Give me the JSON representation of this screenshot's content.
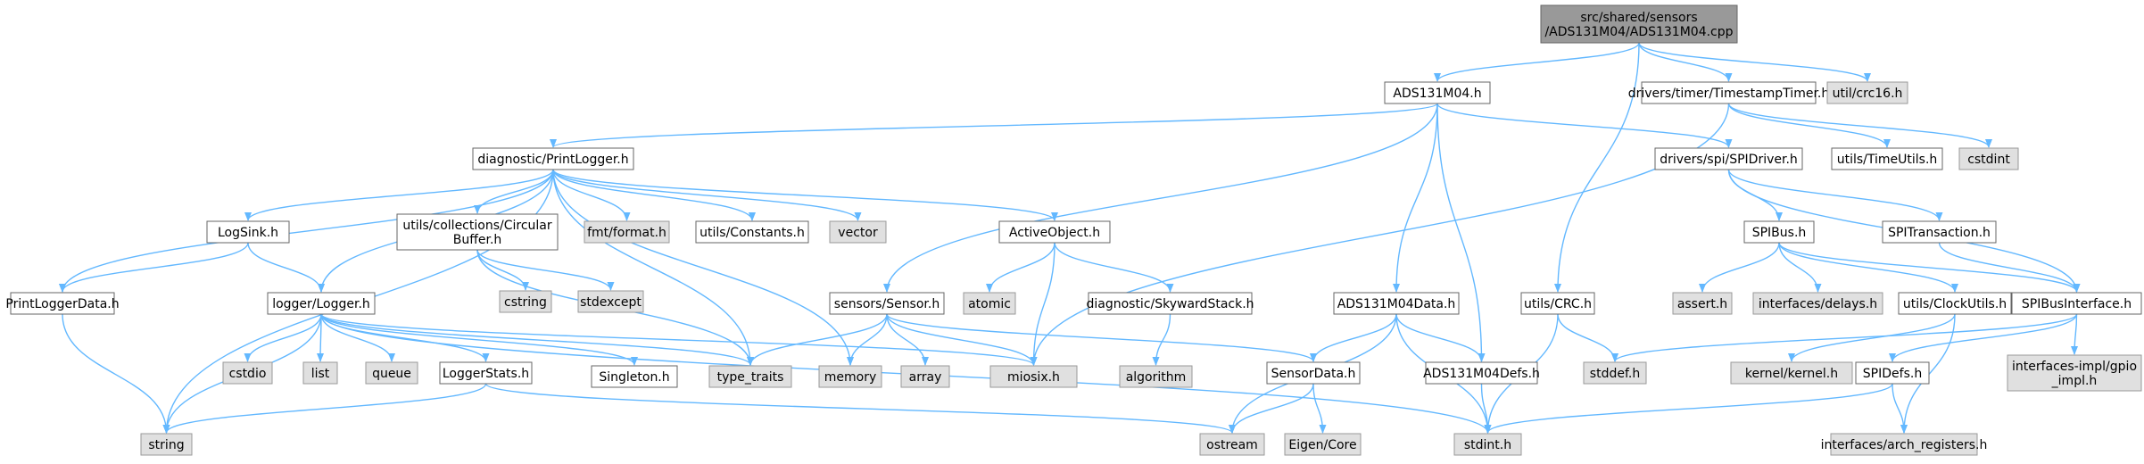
{
  "colors": {
    "root_fill": "#999999",
    "root_stroke": "#666666",
    "file_fill": "#ffffff",
    "file_stroke": "#666666",
    "system_fill": "#e0e0e0",
    "system_stroke": "#999999",
    "edge": "#63b8ff"
  },
  "nodes": [
    {
      "id": "root",
      "kind": "root",
      "lines": [
        "src/shared/sensors",
        "/ADS131M04/ADS131M04.cpp"
      ]
    },
    {
      "id": "ads131m04_h",
      "kind": "file",
      "lines": [
        "ADS131M04.h"
      ]
    },
    {
      "id": "timestamptimer_h",
      "kind": "file",
      "lines": [
        "drivers/timer/TimestampTimer.h"
      ]
    },
    {
      "id": "crc16_h",
      "kind": "system",
      "lines": [
        "util/crc16.h"
      ]
    },
    {
      "id": "printlogger_h",
      "kind": "file",
      "lines": [
        "diagnostic/PrintLogger.h"
      ]
    },
    {
      "id": "spidriver_h",
      "kind": "file",
      "lines": [
        "drivers/spi/SPIDriver.h"
      ]
    },
    {
      "id": "timeutils_h",
      "kind": "file",
      "lines": [
        "utils/TimeUtils.h"
      ]
    },
    {
      "id": "cstdint",
      "kind": "system",
      "lines": [
        "cstdint"
      ]
    },
    {
      "id": "logsink_h",
      "kind": "file",
      "lines": [
        "LogSink.h"
      ]
    },
    {
      "id": "circularbuffer_h",
      "kind": "file",
      "lines": [
        "utils/collections/Circular",
        "Buffer.h"
      ]
    },
    {
      "id": "fmt_format_h",
      "kind": "system",
      "lines": [
        "fmt/format.h"
      ]
    },
    {
      "id": "constants_h",
      "kind": "file",
      "lines": [
        "utils/Constants.h"
      ]
    },
    {
      "id": "vector",
      "kind": "system",
      "lines": [
        "vector"
      ]
    },
    {
      "id": "activeobject_h",
      "kind": "file",
      "lines": [
        "ActiveObject.h"
      ]
    },
    {
      "id": "spibus_h",
      "kind": "file",
      "lines": [
        "SPIBus.h"
      ]
    },
    {
      "id": "spitransaction_h",
      "kind": "file",
      "lines": [
        "SPITransaction.h"
      ]
    },
    {
      "id": "printloggerdata_h",
      "kind": "file",
      "lines": [
        "PrintLoggerData.h"
      ]
    },
    {
      "id": "logger_h",
      "kind": "file",
      "lines": [
        "logger/Logger.h"
      ]
    },
    {
      "id": "cstring",
      "kind": "system",
      "lines": [
        "cstring"
      ]
    },
    {
      "id": "stdexcept",
      "kind": "system",
      "lines": [
        "stdexcept"
      ]
    },
    {
      "id": "sensor_h",
      "kind": "file",
      "lines": [
        "sensors/Sensor.h"
      ]
    },
    {
      "id": "atomic",
      "kind": "system",
      "lines": [
        "atomic"
      ]
    },
    {
      "id": "skywardstack_h",
      "kind": "file",
      "lines": [
        "diagnostic/SkywardStack.h"
      ]
    },
    {
      "id": "ads131m04data_h",
      "kind": "file",
      "lines": [
        "ADS131M04Data.h"
      ]
    },
    {
      "id": "crc_h",
      "kind": "file",
      "lines": [
        "utils/CRC.h"
      ]
    },
    {
      "id": "assert_h",
      "kind": "system",
      "lines": [
        "assert.h"
      ]
    },
    {
      "id": "delays_h",
      "kind": "system",
      "lines": [
        "interfaces/delays.h"
      ]
    },
    {
      "id": "clockutils_h",
      "kind": "file",
      "lines": [
        "utils/ClockUtils.h"
      ]
    },
    {
      "id": "spibusinterface_h",
      "kind": "file",
      "lines": [
        "SPIBusInterface.h"
      ]
    },
    {
      "id": "cstdio",
      "kind": "system",
      "lines": [
        "cstdio"
      ]
    },
    {
      "id": "list",
      "kind": "system",
      "lines": [
        "list"
      ]
    },
    {
      "id": "queue",
      "kind": "system",
      "lines": [
        "queue"
      ]
    },
    {
      "id": "loggerstats_h",
      "kind": "file",
      "lines": [
        "LoggerStats.h"
      ]
    },
    {
      "id": "singleton_h",
      "kind": "file",
      "lines": [
        "Singleton.h"
      ]
    },
    {
      "id": "type_traits",
      "kind": "system",
      "lines": [
        "type_traits"
      ]
    },
    {
      "id": "memory",
      "kind": "system",
      "lines": [
        "memory"
      ]
    },
    {
      "id": "array",
      "kind": "system",
      "lines": [
        "array"
      ]
    },
    {
      "id": "miosix_h",
      "kind": "system",
      "lines": [
        "miosix.h"
      ]
    },
    {
      "id": "algorithm",
      "kind": "system",
      "lines": [
        "algorithm"
      ]
    },
    {
      "id": "sensordata_h",
      "kind": "file",
      "lines": [
        "SensorData.h"
      ]
    },
    {
      "id": "ads131m04defs_h",
      "kind": "file",
      "lines": [
        "ADS131M04Defs.h"
      ]
    },
    {
      "id": "stddef_h",
      "kind": "system",
      "lines": [
        "stddef.h"
      ]
    },
    {
      "id": "kernel_h",
      "kind": "system",
      "lines": [
        "kernel/kernel.h"
      ]
    },
    {
      "id": "spidefs_h",
      "kind": "file",
      "lines": [
        "SPIDefs.h"
      ]
    },
    {
      "id": "gpio_impl_h",
      "kind": "system",
      "lines": [
        "interfaces-impl/gpio",
        "_impl.h"
      ]
    },
    {
      "id": "string",
      "kind": "system",
      "lines": [
        "string"
      ]
    },
    {
      "id": "ostream",
      "kind": "system",
      "lines": [
        "ostream"
      ]
    },
    {
      "id": "eigen_core",
      "kind": "system",
      "lines": [
        "Eigen/Core"
      ]
    },
    {
      "id": "stdint_h",
      "kind": "system",
      "lines": [
        "stdint.h"
      ]
    },
    {
      "id": "arch_registers_h",
      "kind": "system",
      "lines": [
        "interfaces/arch_registers.h"
      ]
    }
  ],
  "edges": [
    [
      "root",
      "ads131m04_h"
    ],
    [
      "root",
      "timestamptimer_h"
    ],
    [
      "root",
      "crc16_h"
    ],
    [
      "root",
      "crc_h"
    ],
    [
      "ads131m04_h",
      "printlogger_h"
    ],
    [
      "ads131m04_h",
      "spidriver_h"
    ],
    [
      "ads131m04_h",
      "sensor_h"
    ],
    [
      "ads131m04_h",
      "ads131m04data_h"
    ],
    [
      "ads131m04_h",
      "ads131m04defs_h"
    ],
    [
      "timestamptimer_h",
      "timeutils_h"
    ],
    [
      "timestamptimer_h",
      "cstdint"
    ],
    [
      "timestamptimer_h",
      "miosix_h"
    ],
    [
      "printlogger_h",
      "logsink_h"
    ],
    [
      "printlogger_h",
      "circularbuffer_h"
    ],
    [
      "printlogger_h",
      "fmt_format_h"
    ],
    [
      "printlogger_h",
      "constants_h"
    ],
    [
      "printlogger_h",
      "vector"
    ],
    [
      "printlogger_h",
      "activeobject_h"
    ],
    [
      "printlogger_h",
      "printloggerdata_h"
    ],
    [
      "printlogger_h",
      "logger_h"
    ],
    [
      "printlogger_h",
      "string"
    ],
    [
      "printlogger_h",
      "memory"
    ],
    [
      "printlogger_h",
      "type_traits"
    ],
    [
      "logsink_h",
      "logger_h"
    ],
    [
      "logsink_h",
      "printloggerdata_h"
    ],
    [
      "circularbuffer_h",
      "cstring"
    ],
    [
      "circularbuffer_h",
      "stdexcept"
    ],
    [
      "circularbuffer_h",
      "type_traits"
    ],
    [
      "activeobject_h",
      "atomic"
    ],
    [
      "activeobject_h",
      "skywardstack_h"
    ],
    [
      "activeobject_h",
      "miosix_h"
    ],
    [
      "skywardstack_h",
      "algorithm"
    ],
    [
      "printloggerdata_h",
      "string"
    ],
    [
      "logger_h",
      "cstdio"
    ],
    [
      "logger_h",
      "list"
    ],
    [
      "logger_h",
      "queue"
    ],
    [
      "logger_h",
      "loggerstats_h"
    ],
    [
      "logger_h",
      "singleton_h"
    ],
    [
      "logger_h",
      "type_traits"
    ],
    [
      "logger_h",
      "miosix_h"
    ],
    [
      "logger_h",
      "string"
    ],
    [
      "logger_h",
      "stdint_h"
    ],
    [
      "loggerstats_h",
      "string"
    ],
    [
      "loggerstats_h",
      "ostream"
    ],
    [
      "sensor_h",
      "type_traits"
    ],
    [
      "sensor_h",
      "memory"
    ],
    [
      "sensor_h",
      "array"
    ],
    [
      "sensor_h",
      "miosix_h"
    ],
    [
      "sensor_h",
      "sensordata_h"
    ],
    [
      "ads131m04data_h",
      "sensordata_h"
    ],
    [
      "ads131m04data_h",
      "ads131m04defs_h"
    ],
    [
      "ads131m04data_h",
      "ostream"
    ],
    [
      "ads131m04data_h",
      "stdint_h"
    ],
    [
      "sensordata_h",
      "ostream"
    ],
    [
      "sensordata_h",
      "eigen_core"
    ],
    [
      "ads131m04defs_h",
      "stdint_h"
    ],
    [
      "spidriver_h",
      "spibus_h"
    ],
    [
      "spidriver_h",
      "spitransaction_h"
    ],
    [
      "spidriver_h",
      "spibusinterface_h"
    ],
    [
      "spibus_h",
      "assert_h"
    ],
    [
      "spibus_h",
      "delays_h"
    ],
    [
      "spibus_h",
      "clockutils_h"
    ],
    [
      "spibus_h",
      "spibusinterface_h"
    ],
    [
      "spitransaction_h",
      "spibusinterface_h"
    ],
    [
      "clockutils_h",
      "kernel_h"
    ],
    [
      "clockutils_h",
      "arch_registers_h"
    ],
    [
      "spibusinterface_h",
      "stddef_h"
    ],
    [
      "spibusinterface_h",
      "spidefs_h"
    ],
    [
      "spibusinterface_h",
      "gpio_impl_h"
    ],
    [
      "spidefs_h",
      "arch_registers_h"
    ],
    [
      "spidefs_h",
      "stdint_h"
    ],
    [
      "crc_h",
      "stddef_h"
    ],
    [
      "crc_h",
      "stdint_h"
    ]
  ]
}
